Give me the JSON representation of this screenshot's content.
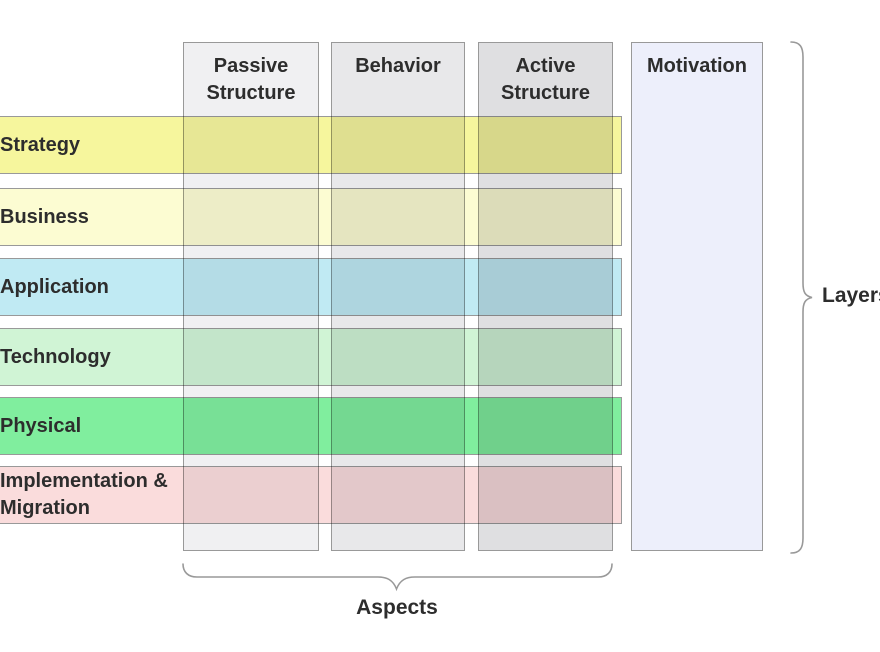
{
  "diagram": {
    "aspect_columns": [
      {
        "label": "Passive Structure",
        "fill": "#F0F0F2"
      },
      {
        "label": "Behavior",
        "fill": "#E8E8EA"
      },
      {
        "label": "Active Structure",
        "fill": "#DFDFE1"
      }
    ],
    "motivation_column": {
      "label": "Motivation",
      "fill": "#EDEFFB"
    },
    "layer_rows": [
      {
        "label": "Strategy",
        "fill": "#F6F69D"
      },
      {
        "label": "Business",
        "fill": "#FCFCD2"
      },
      {
        "label": "Application",
        "fill": "#C0EAF3"
      },
      {
        "label": "Technology",
        "fill": "#D0F4D5"
      },
      {
        "label": "Physical",
        "fill": "#80EE9E"
      },
      {
        "label": "Implementation & Migration",
        "fill": "#FADCDC"
      }
    ],
    "braces": {
      "right_label": "Layers",
      "bottom_label": "Aspects",
      "stroke": "#999999"
    },
    "border_color": "#999999",
    "text_color": "#2D2D2D"
  }
}
